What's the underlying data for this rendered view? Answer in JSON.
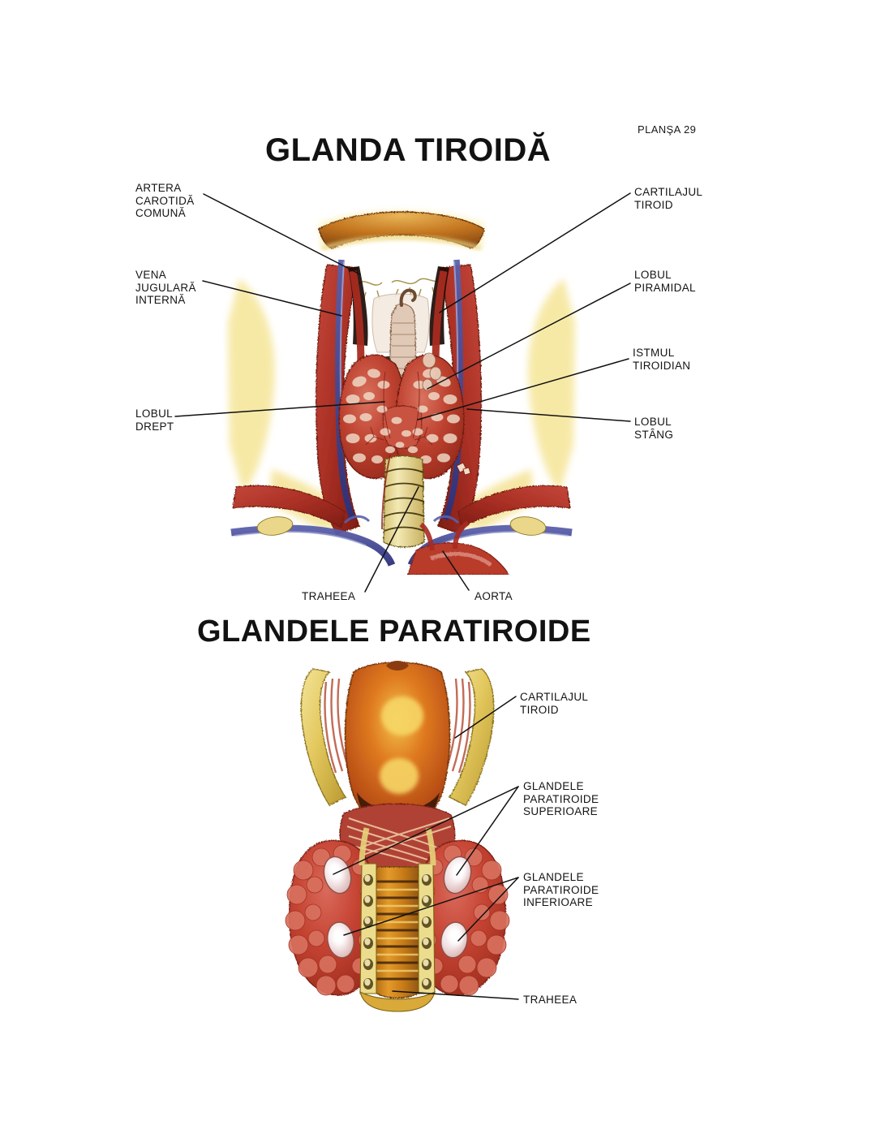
{
  "page": {
    "plate_number": "PLANŞA 29",
    "background_color": "#ffffff",
    "ink_color": "#141414"
  },
  "figures": [
    {
      "id": "thyroid-gland",
      "title": "GLANDA TIROIDĂ",
      "view": "anterior view of neck showing thyroid gland, larynx, great vessels",
      "labels_left": [
        {
          "id": "artera-carotida-comuna",
          "text": "ARTERA\nCAROTIDĂ\nCOMUNĂ"
        },
        {
          "id": "vena-jugulara-interna",
          "text": "VENA\nJUGULARĂ\nINTERNĂ"
        },
        {
          "id": "lobul-drept",
          "text": "LOBUL\nDREPT"
        }
      ],
      "labels_right": [
        {
          "id": "cartilajul-tiroid",
          "text": "CARTILAJUL\nTIROID"
        },
        {
          "id": "lobul-piramidal",
          "text": "LOBUL\nPIRAMIDAL"
        },
        {
          "id": "istmul-tiroidian",
          "text": "ISTMUL\nTIROIDIAN"
        },
        {
          "id": "lobul-stang",
          "text": "LOBUL\nSTÂNG"
        }
      ],
      "labels_bottom": [
        {
          "id": "traheea",
          "text": "TRAHEEA"
        },
        {
          "id": "aorta",
          "text": "AORTA"
        }
      ]
    },
    {
      "id": "parathyroid-glands",
      "title": "GLANDELE PARATIROIDE",
      "view": "posterior view of larynx, trachea and thyroid with four parathyroid glands",
      "labels_right": [
        {
          "id": "cartilajul-tiroid-2",
          "text": "CARTILAJUL\nTIROID"
        },
        {
          "id": "glandele-paratiroide-superioare",
          "text": "GLANDELE\nPARATIROIDE\nSUPERIOARE"
        },
        {
          "id": "glandele-paratiroide-inferioare",
          "text": "GLANDELE\nPARATIROIDE\nINFERIOARE"
        },
        {
          "id": "traheea-2",
          "text": "TRAHEEA"
        }
      ]
    }
  ],
  "palette": {
    "muscle_red": "#b5362a",
    "muscle_red_dark": "#8a2118",
    "thyroid_red": "#c0402f",
    "gland_pink": "#d9766a",
    "fascia_yellow": "#f2dd73",
    "fat_yellow": "#f6e9a0",
    "cartilage_orange": "#d8661f",
    "cartilage_light": "#e8a13a",
    "vein_blue": "#3a3f8f",
    "vein_blue_light": "#6b72b8",
    "parathyroid_white": "#f6eef0",
    "trachea_cream": "#ead98c",
    "outline": "#3a2015"
  }
}
